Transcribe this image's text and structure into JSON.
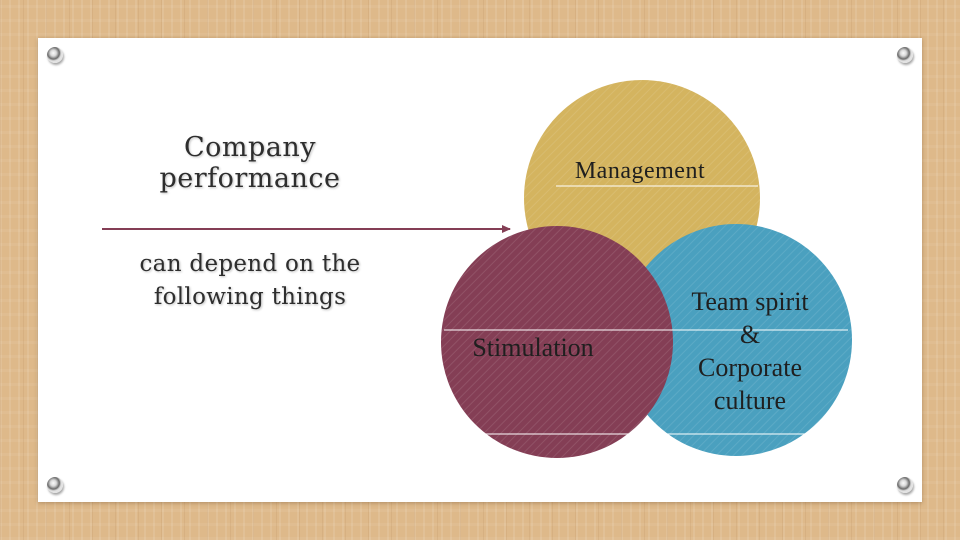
{
  "slide": {
    "title_line1": "Company",
    "title_line2": "performance",
    "subtitle_line1": "can depend on the",
    "subtitle_line2": "following things"
  },
  "diagram": {
    "circles": [
      {
        "label": "Management",
        "color": "#d4b45f"
      },
      {
        "label": "Stimulation",
        "color": "#843e55"
      },
      {
        "label_lines": [
          "Team spirit",
          "&",
          "Corporate",
          "culture"
        ],
        "color": "#4aa0bf"
      }
    ],
    "arrow_color": "#843e55"
  }
}
